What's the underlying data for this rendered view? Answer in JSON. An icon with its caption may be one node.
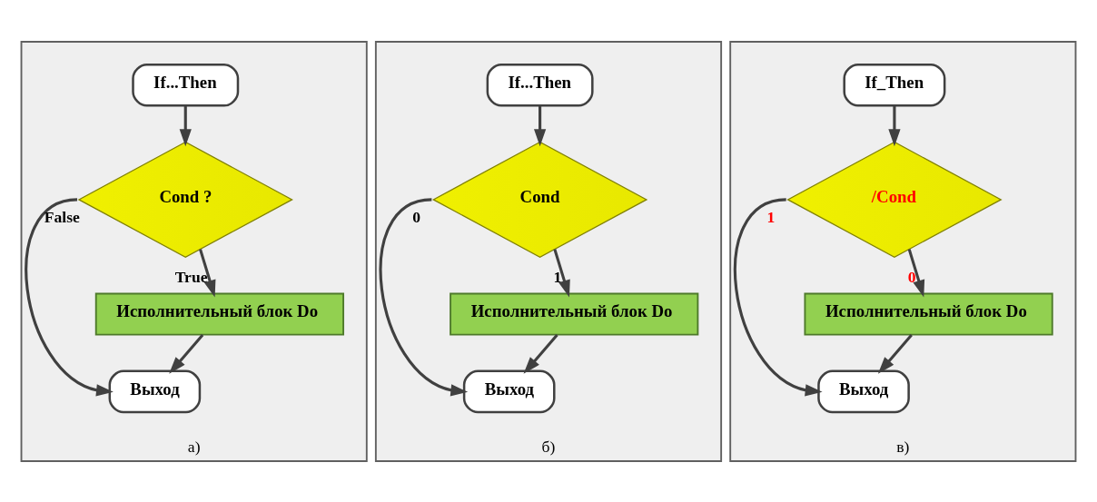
{
  "diagram": {
    "nodes": [
      {
        "text": [
          "а)"
        ]
      },
      {
        "text": [
          "If...Then"
        ],
        "in": 0
      },
      {
        "text": [
          "Cond ?"
        ],
        "in": 0
      },
      {
        "text": [
          "Исполнительный блок Do"
        ],
        "in": 0
      },
      {
        "text": [
          "Выход"
        ],
        "in": 0
      },
      {
        "text": [
          "б)"
        ]
      },
      {
        "text": [
          "If...Then"
        ],
        "in": 5
      },
      {
        "text": [
          "Cond"
        ],
        "in": 5
      },
      {
        "text": [
          "Исполнительный блок Do"
        ],
        "in": 5
      },
      {
        "text": [
          "Выход"
        ],
        "in": 5
      },
      {
        "text": [
          "в)"
        ]
      },
      {
        "text": [
          "If_Then"
        ],
        "in": 10
      },
      {
        "text": [
          "/Cond"
        ],
        "in": 10
      },
      {
        "text": [
          "Исполнительный блок Do"
        ],
        "in": 10
      },
      {
        "text": [
          "Выход"
        ],
        "in": 10
      }
    ],
    "edges": [
      {
        "from": 1,
        "to": 2,
        "arrow": "to"
      },
      {
        "from": 2,
        "to": 3,
        "arrow": "to",
        "label": "True"
      },
      {
        "from": 2,
        "to": 4,
        "arrow": "to",
        "label": "False"
      },
      {
        "from": 3,
        "to": 4,
        "arrow": "to"
      },
      {
        "from": 6,
        "to": 7,
        "arrow": "to"
      },
      {
        "from": 7,
        "to": 8,
        "arrow": "to",
        "label": "1"
      },
      {
        "from": 7,
        "to": 9,
        "arrow": "to",
        "label": "0"
      },
      {
        "from": 8,
        "to": 9,
        "arrow": "to"
      },
      {
        "from": 11,
        "to": 12,
        "arrow": "to"
      },
      {
        "from": 12,
        "to": 13,
        "arrow": "to",
        "label": "0"
      },
      {
        "from": 12,
        "to": 14,
        "arrow": "to",
        "label": "1"
      },
      {
        "from": 13,
        "to": 14,
        "arrow": "to"
      }
    ]
  }
}
